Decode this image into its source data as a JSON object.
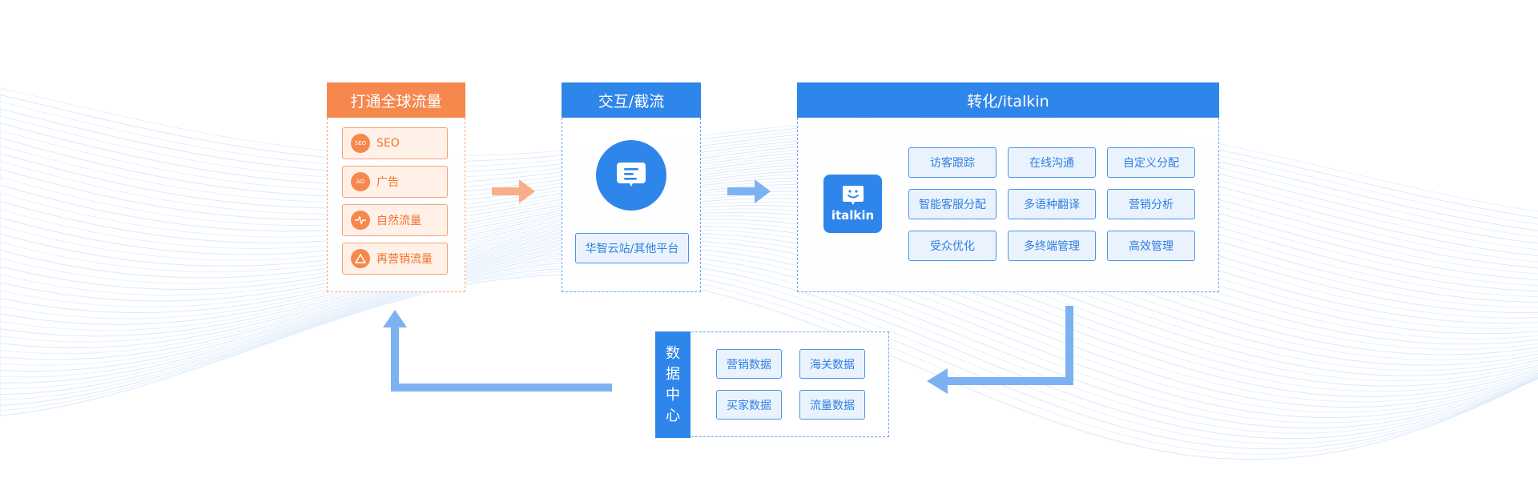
{
  "colors": {
    "orange": "#f6874d",
    "blue": "#2f86ea",
    "light_blue_arrow": "#7cb2f2",
    "orange_arrow": "#f9ad88"
  },
  "traffic": {
    "title": "打通全球流量",
    "items": [
      {
        "icon_text": "SEO",
        "icon": "seo-icon",
        "label": "SEO"
      },
      {
        "icon_text": "AD",
        "icon": "ad-icon",
        "label": "广告"
      },
      {
        "icon_text": "",
        "icon": "pulse-icon",
        "label": "自然流量"
      },
      {
        "icon_text": "",
        "icon": "triangle-icon",
        "label": "再营销流量"
      }
    ]
  },
  "interaction": {
    "title": "交互/截流",
    "icon": "chat-message-icon",
    "tag": "华智云站/其他平台"
  },
  "conversion": {
    "title": "转化/italkin",
    "logo_text": "italkin",
    "features": [
      "访客跟踪",
      "在线沟通",
      "自定义分配",
      "智能客服分配",
      "多语种翻译",
      "营销分析",
      "受众优化",
      "多终端管理",
      "高效管理"
    ]
  },
  "data_center": {
    "title_chars": [
      "数",
      "据",
      "中",
      "心"
    ],
    "items": [
      "营销数据",
      "海关数据",
      "买家数据",
      "流量数据"
    ]
  }
}
